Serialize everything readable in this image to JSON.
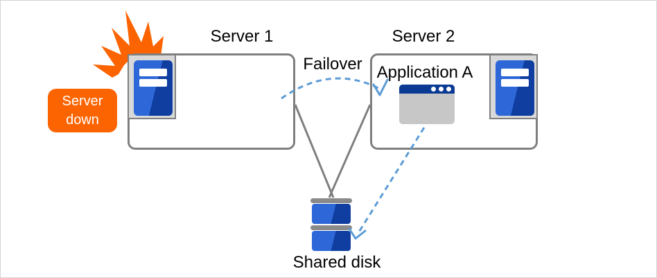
{
  "diagram": {
    "server1_label": "Server 1",
    "server2_label": "Server 2",
    "failover_label": "Failover",
    "application_label": "Application A",
    "shared_disk_label": "Shared disk",
    "server_down_badge": {
      "line1": "Server",
      "line2": "down"
    }
  },
  "icons": [
    "explosion-icon",
    "server-tower-icon",
    "server-tower-icon",
    "app-window-icon",
    "shared-disk-icon",
    "failover-arrow",
    "app-to-disk-arrow"
  ],
  "colors": {
    "alert_orange": "#fb6400",
    "box_border_gray": "#7f7f7f",
    "icon_cell_gray": "#d9d9d9",
    "server_blue_light": "#2e68d8",
    "server_blue_dark": "#0f3da0",
    "app_titlebar_blue": "#0a3a94",
    "app_body_gray": "#c7c7c7",
    "disk_cap_gray": "#8a8a8a",
    "arrow_blue": "#5b9bd5",
    "text_black": "#000000",
    "canvas_border": "#d3d3d3"
  }
}
